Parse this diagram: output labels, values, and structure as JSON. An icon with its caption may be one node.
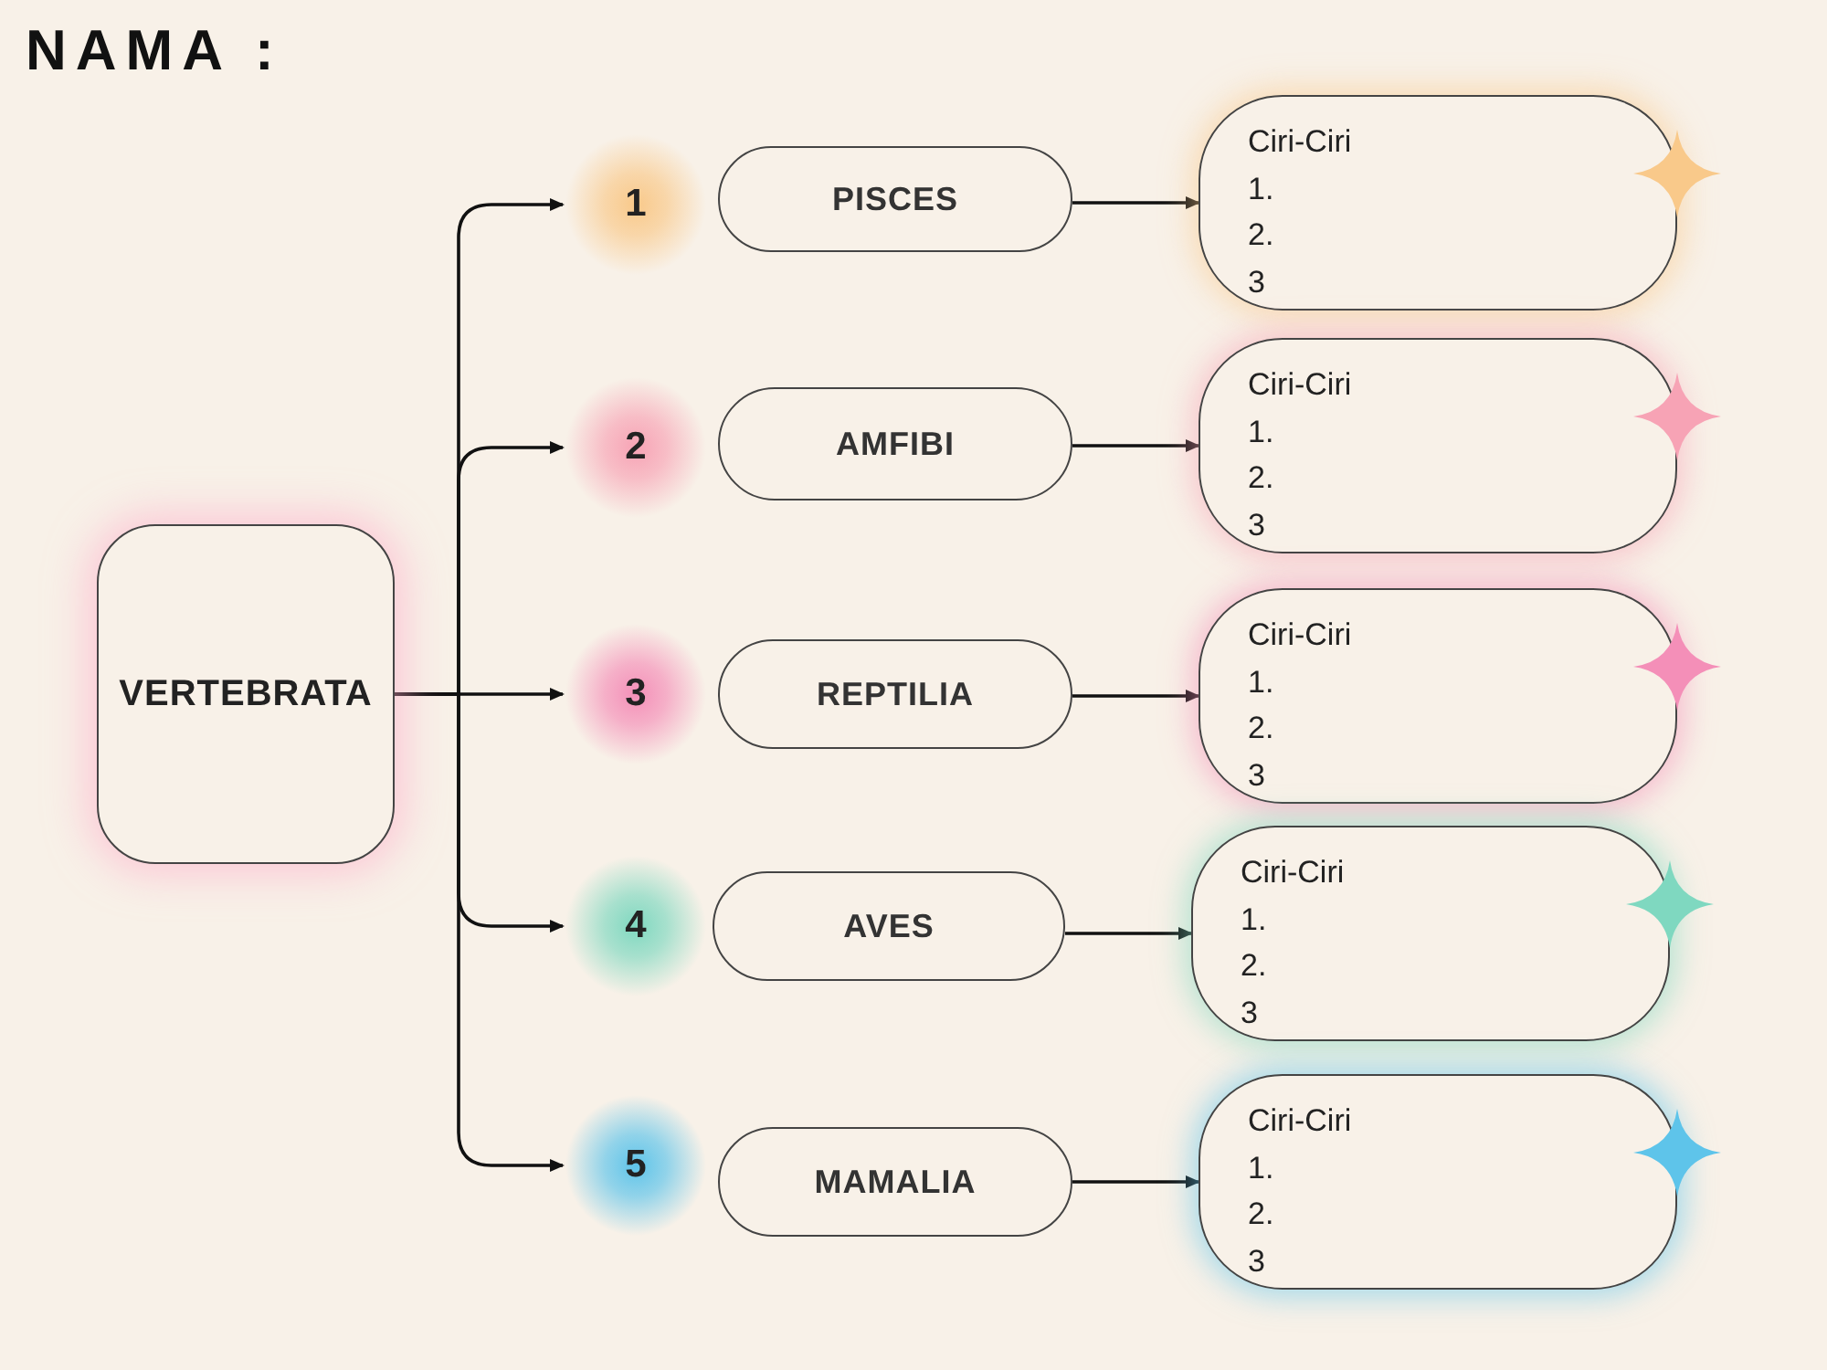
{
  "diagram": {
    "title": "NAMA :",
    "nodes": [
      {
        "text": [
          "VERTEBRATA"
        ]
      },
      {
        "text": [
          "1"
        ]
      },
      {
        "text": [
          "PISCES"
        ]
      },
      {
        "text": [
          "Ciri-Ciri",
          "1.",
          "2.",
          "3"
        ]
      },
      {
        "text": [
          "2"
        ]
      },
      {
        "text": [
          "AMFIBI"
        ]
      },
      {
        "text": [
          "Ciri-Ciri",
          "1.",
          "2.",
          "3"
        ]
      },
      {
        "text": [
          "3"
        ]
      },
      {
        "text": [
          "REPTILIA"
        ]
      },
      {
        "text": [
          "Ciri-Ciri",
          "1.",
          "2.",
          "3"
        ]
      },
      {
        "text": [
          "4"
        ]
      },
      {
        "text": [
          "AVES"
        ]
      },
      {
        "text": [
          "Ciri-Ciri",
          "1.",
          "2.",
          "3"
        ]
      },
      {
        "text": [
          "5"
        ]
      },
      {
        "text": [
          "MAMALIA"
        ]
      },
      {
        "text": [
          "Ciri-Ciri",
          "1.",
          "2.",
          "3"
        ]
      }
    ],
    "edges": [
      {
        "from": 0,
        "to": 1,
        "arrow": "to"
      },
      {
        "from": 0,
        "to": 4,
        "arrow": "to"
      },
      {
        "from": 0,
        "to": 7,
        "arrow": "to"
      },
      {
        "from": 0,
        "to": 10,
        "arrow": "to"
      },
      {
        "from": 0,
        "to": 13,
        "arrow": "to"
      },
      {
        "from": 2,
        "to": 3,
        "arrow": "to"
      },
      {
        "from": 5,
        "to": 6,
        "arrow": "to"
      },
      {
        "from": 8,
        "to": 9,
        "arrow": "to"
      },
      {
        "from": 11,
        "to": 12,
        "arrow": "to"
      },
      {
        "from": 14,
        "to": 15,
        "arrow": "to"
      }
    ]
  }
}
